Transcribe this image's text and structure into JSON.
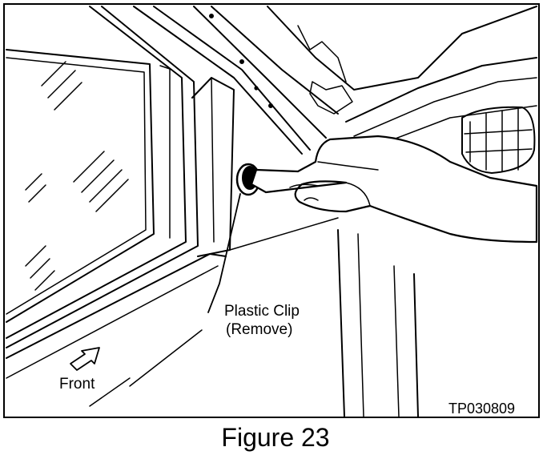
{
  "figure": {
    "callout_line1": "Plastic Clip",
    "callout_line2": "(Remove)",
    "direction_label": "Front",
    "reference_code": "TP030809",
    "caption": "Figure 23"
  },
  "icons": [
    "arrow-icon"
  ],
  "colors": {
    "ink": "#000000",
    "paper": "#ffffff"
  }
}
